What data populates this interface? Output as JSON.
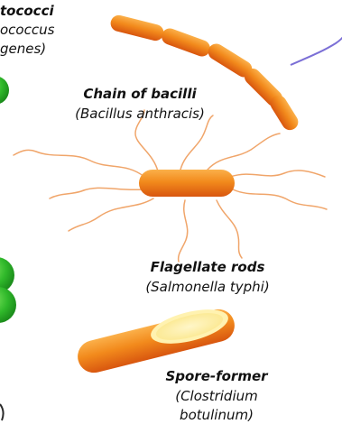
{
  "labels": {
    "streptococci": {
      "name": "tococci",
      "latin_1": "ococcus",
      "latin_2": "genes)"
    },
    "chain_of_bacilli": {
      "name": "Chain of bacilli",
      "latin": "(Bacillus anthracis)"
    },
    "flagellate_rods": {
      "name": "Flagellate rods",
      "latin": "(Salmonella typhi)"
    },
    "spore_former": {
      "name": "Spore-former",
      "latin_1": "(Clostridium",
      "latin_2": "botulinum)"
    }
  },
  "colors": {
    "bacillus_orange": "#f28a1c",
    "bacillus_dark": "#d8560f",
    "flagella": "#f0a56a",
    "coccus_green": "#2fb82a",
    "spore_yellow": "#fbe78c",
    "spiral_purple": "#7b6fd6"
  }
}
